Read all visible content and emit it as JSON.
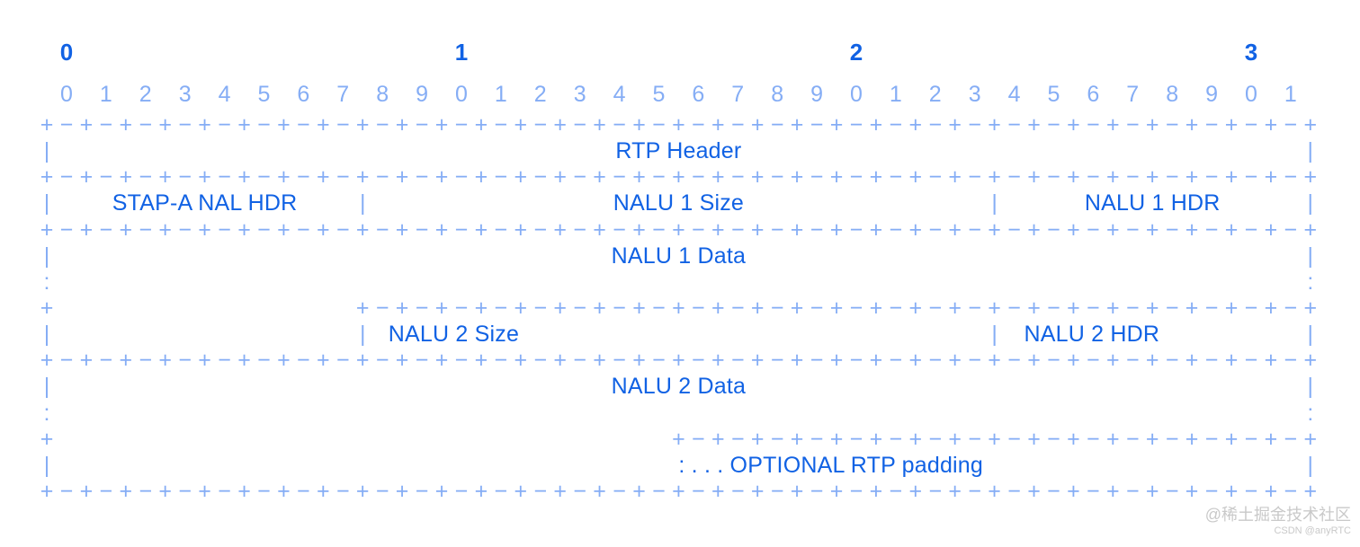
{
  "colors": {
    "grid_blue": "#85adf5",
    "label_blue": "#1162e4",
    "watermark_gray": "#c9c9c9"
  },
  "diagram": {
    "total_chars": 64,
    "glyphs": {
      "cross": "+",
      "dash": "−",
      "pipe": "|",
      "colon": ":"
    },
    "bit_ruler": {
      "group_labels": [
        {
          "text": "0",
          "char": 1
        },
        {
          "text": "1",
          "char": 21
        },
        {
          "text": "2",
          "char": 41
        },
        {
          "text": "3",
          "char": 61
        }
      ],
      "digits": [
        "0",
        "1",
        "2",
        "3",
        "4",
        "5",
        "6",
        "7",
        "8",
        "9",
        "0",
        "1",
        "2",
        "3",
        "4",
        "5",
        "6",
        "7",
        "8",
        "9",
        "0",
        "1",
        "2",
        "3",
        "4",
        "5",
        "6",
        "7",
        "8",
        "9",
        "0",
        "1"
      ]
    },
    "rows": [
      {
        "name": "separator-1",
        "runs": [
          [
            0,
            64
          ]
        ]
      },
      {
        "name": "rtp-header-row",
        "marks": [
          [
            "|",
            0
          ],
          [
            "|",
            64
          ]
        ],
        "labels": [
          {
            "text": "RTP Header",
            "from": 0,
            "to": 64,
            "align": "center"
          }
        ]
      },
      {
        "name": "separator-2",
        "runs": [
          [
            0,
            64
          ]
        ]
      },
      {
        "name": "stap-a-row",
        "marks": [
          [
            "|",
            0
          ],
          [
            "|",
            16
          ],
          [
            "|",
            48
          ],
          [
            "|",
            64
          ]
        ],
        "labels": [
          {
            "text": "STAP-A NAL HDR",
            "from": 0,
            "to": 16,
            "align": "center"
          },
          {
            "text": "NALU 1 Size",
            "from": 16,
            "to": 48,
            "align": "center"
          },
          {
            "text": "NALU 1 HDR",
            "from": 48,
            "to": 64,
            "align": "center"
          }
        ]
      },
      {
        "name": "separator-3",
        "runs": [
          [
            0,
            64
          ]
        ]
      },
      {
        "name": "nalu-1-data-row",
        "marks": [
          [
            "|",
            0
          ],
          [
            "|",
            64
          ]
        ],
        "labels": [
          {
            "text": "NALU 1 Data",
            "from": 0,
            "to": 64,
            "align": "center"
          }
        ]
      },
      {
        "name": "continuation-1",
        "marks": [
          [
            ":",
            0
          ],
          [
            ":",
            64
          ]
        ]
      },
      {
        "name": "partial-separator-1",
        "marks": [
          [
            "+",
            0
          ]
        ],
        "runs": [
          [
            16,
            64
          ]
        ]
      },
      {
        "name": "nalu-2-size-row",
        "marks": [
          [
            "|",
            0
          ],
          [
            "|",
            16
          ],
          [
            "|",
            48
          ],
          [
            "|",
            64
          ]
        ],
        "labels": [
          {
            "text": "NALU 2 Size",
            "from": 17.3,
            "to": 48,
            "align": "left"
          },
          {
            "text": "NALU 2 HDR",
            "from": 49.5,
            "to": 64,
            "align": "left"
          }
        ]
      },
      {
        "name": "separator-4",
        "runs": [
          [
            0,
            64
          ]
        ]
      },
      {
        "name": "nalu-2-data-row",
        "marks": [
          [
            "|",
            0
          ],
          [
            "|",
            64
          ]
        ],
        "labels": [
          {
            "text": "NALU 2 Data",
            "from": 0,
            "to": 64,
            "align": "center"
          }
        ]
      },
      {
        "name": "continuation-2",
        "marks": [
          [
            ":",
            0
          ],
          [
            ":",
            64
          ]
        ]
      },
      {
        "name": "partial-separator-2",
        "marks": [
          [
            "+",
            0
          ]
        ],
        "runs": [
          [
            32,
            64
          ]
        ]
      },
      {
        "name": "optional-padding-row",
        "marks": [
          [
            "|",
            0
          ],
          [
            "|",
            64
          ]
        ],
        "labels": [
          {
            "text": ": . . . OPTIONAL RTP padding",
            "from": 32,
            "to": 64,
            "align": "left"
          }
        ]
      },
      {
        "name": "separator-5",
        "runs": [
          [
            0,
            64
          ]
        ]
      }
    ]
  },
  "watermark": {
    "line1": "@稀土掘金技术社区",
    "line2": "CSDN @anyRTC"
  }
}
